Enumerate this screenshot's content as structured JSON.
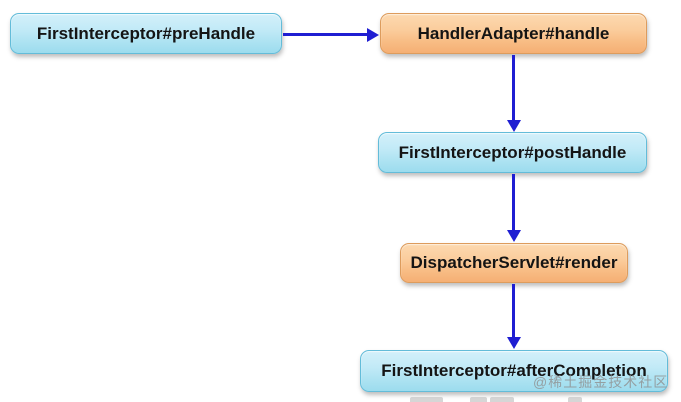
{
  "diagram": {
    "type": "flowchart",
    "nodes": [
      {
        "id": "preHandle",
        "label": "FirstInterceptor#preHandle",
        "style": "blue"
      },
      {
        "id": "handle",
        "label": "HandlerAdapter#handle",
        "style": "orange"
      },
      {
        "id": "postHandle",
        "label": "FirstInterceptor#postHandle",
        "style": "blue"
      },
      {
        "id": "render",
        "label": "DispatcherServlet#render",
        "style": "orange"
      },
      {
        "id": "afterCompletion",
        "label": "FirstInterceptor#afterCompletion",
        "style": "blue"
      }
    ],
    "edges": [
      {
        "from": "FirstInterceptor#preHandle",
        "to": "HandlerAdapter#handle",
        "direction": "right"
      },
      {
        "from": "HandlerAdapter#handle",
        "to": "FirstInterceptor#postHandle",
        "direction": "down"
      },
      {
        "from": "FirstInterceptor#postHandle",
        "to": "DispatcherServlet#render",
        "direction": "down"
      },
      {
        "from": "DispatcherServlet#render",
        "to": "FirstInterceptor#afterCompletion",
        "direction": "down"
      }
    ],
    "colors": {
      "arrow": "#1f1ed2",
      "blue_node_fill": "#bce8f6",
      "blue_node_border": "#63bcd9",
      "orange_node_fill": "#f9c791",
      "orange_node_border": "#dd9c5d",
      "text": "#141414",
      "watermark": "#8f8f8f",
      "background": "#ffffff"
    }
  },
  "watermark": {
    "text": "@稀土掘金技术社区"
  }
}
